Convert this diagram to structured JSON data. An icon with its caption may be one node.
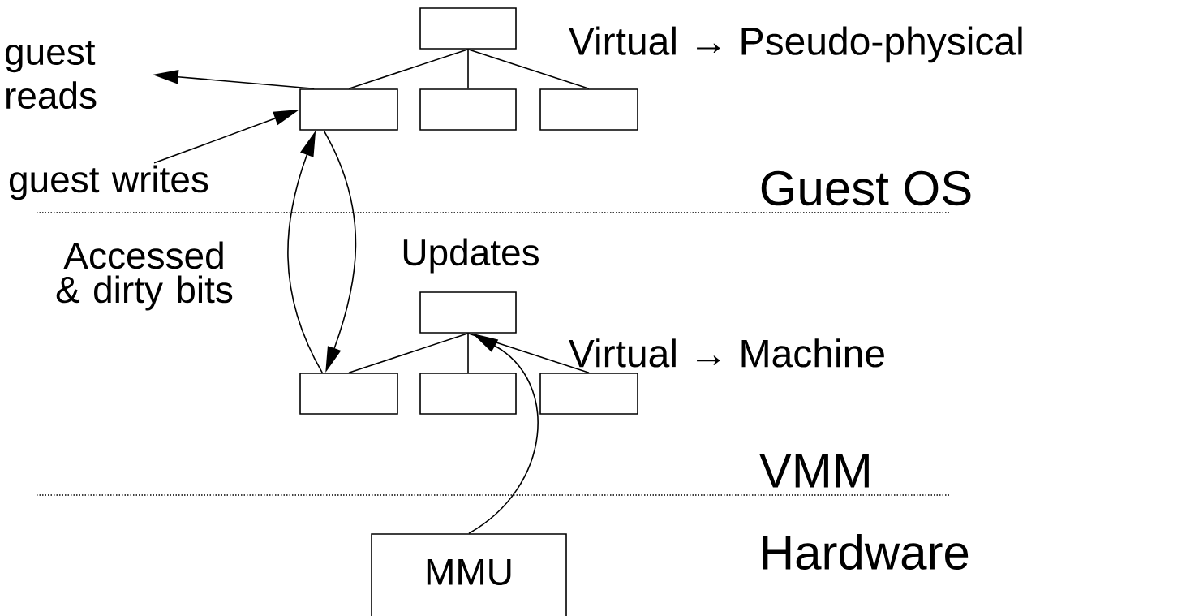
{
  "diagram": {
    "nodes": [
      {
        "text": [],
        "shape": "box"
      },
      {
        "text": [],
        "shape": "box"
      },
      {
        "text": [],
        "shape": "box"
      },
      {
        "text": [],
        "shape": "box"
      },
      {
        "text": [],
        "shape": "box"
      },
      {
        "text": [],
        "shape": "box"
      },
      {
        "text": [],
        "shape": "box"
      },
      {
        "text": [],
        "shape": "box"
      },
      {
        "text": [
          "MMU"
        ]
      },
      {
        "text": [
          "guest reads"
        ]
      },
      {
        "text": [
          "guest writes"
        ]
      }
    ],
    "edges": [
      {
        "from": 0,
        "to": 1,
        "arrow": "none"
      },
      {
        "from": 0,
        "to": 2,
        "arrow": "none"
      },
      {
        "from": 0,
        "to": 3,
        "arrow": "none"
      },
      {
        "from": 4,
        "to": 5,
        "arrow": "none"
      },
      {
        "from": 4,
        "to": 6,
        "arrow": "none"
      },
      {
        "from": 4,
        "to": 7,
        "arrow": "none"
      },
      {
        "from": 1,
        "to": 9,
        "arrow": "to"
      },
      {
        "from": 10,
        "to": 1,
        "arrow": "to"
      },
      {
        "from": 5,
        "to": 1,
        "arrow": "to",
        "label": "Accessed & dirty bits"
      },
      {
        "from": 1,
        "to": 5,
        "arrow": "to",
        "label": "Updates"
      },
      {
        "from": 8,
        "to": 4,
        "arrow": "to"
      }
    ],
    "labels": [
      "Virtual → Pseudo-physical",
      "Guest OS",
      "Virtual → Machine",
      "VMM",
      "Hardware"
    ]
  }
}
